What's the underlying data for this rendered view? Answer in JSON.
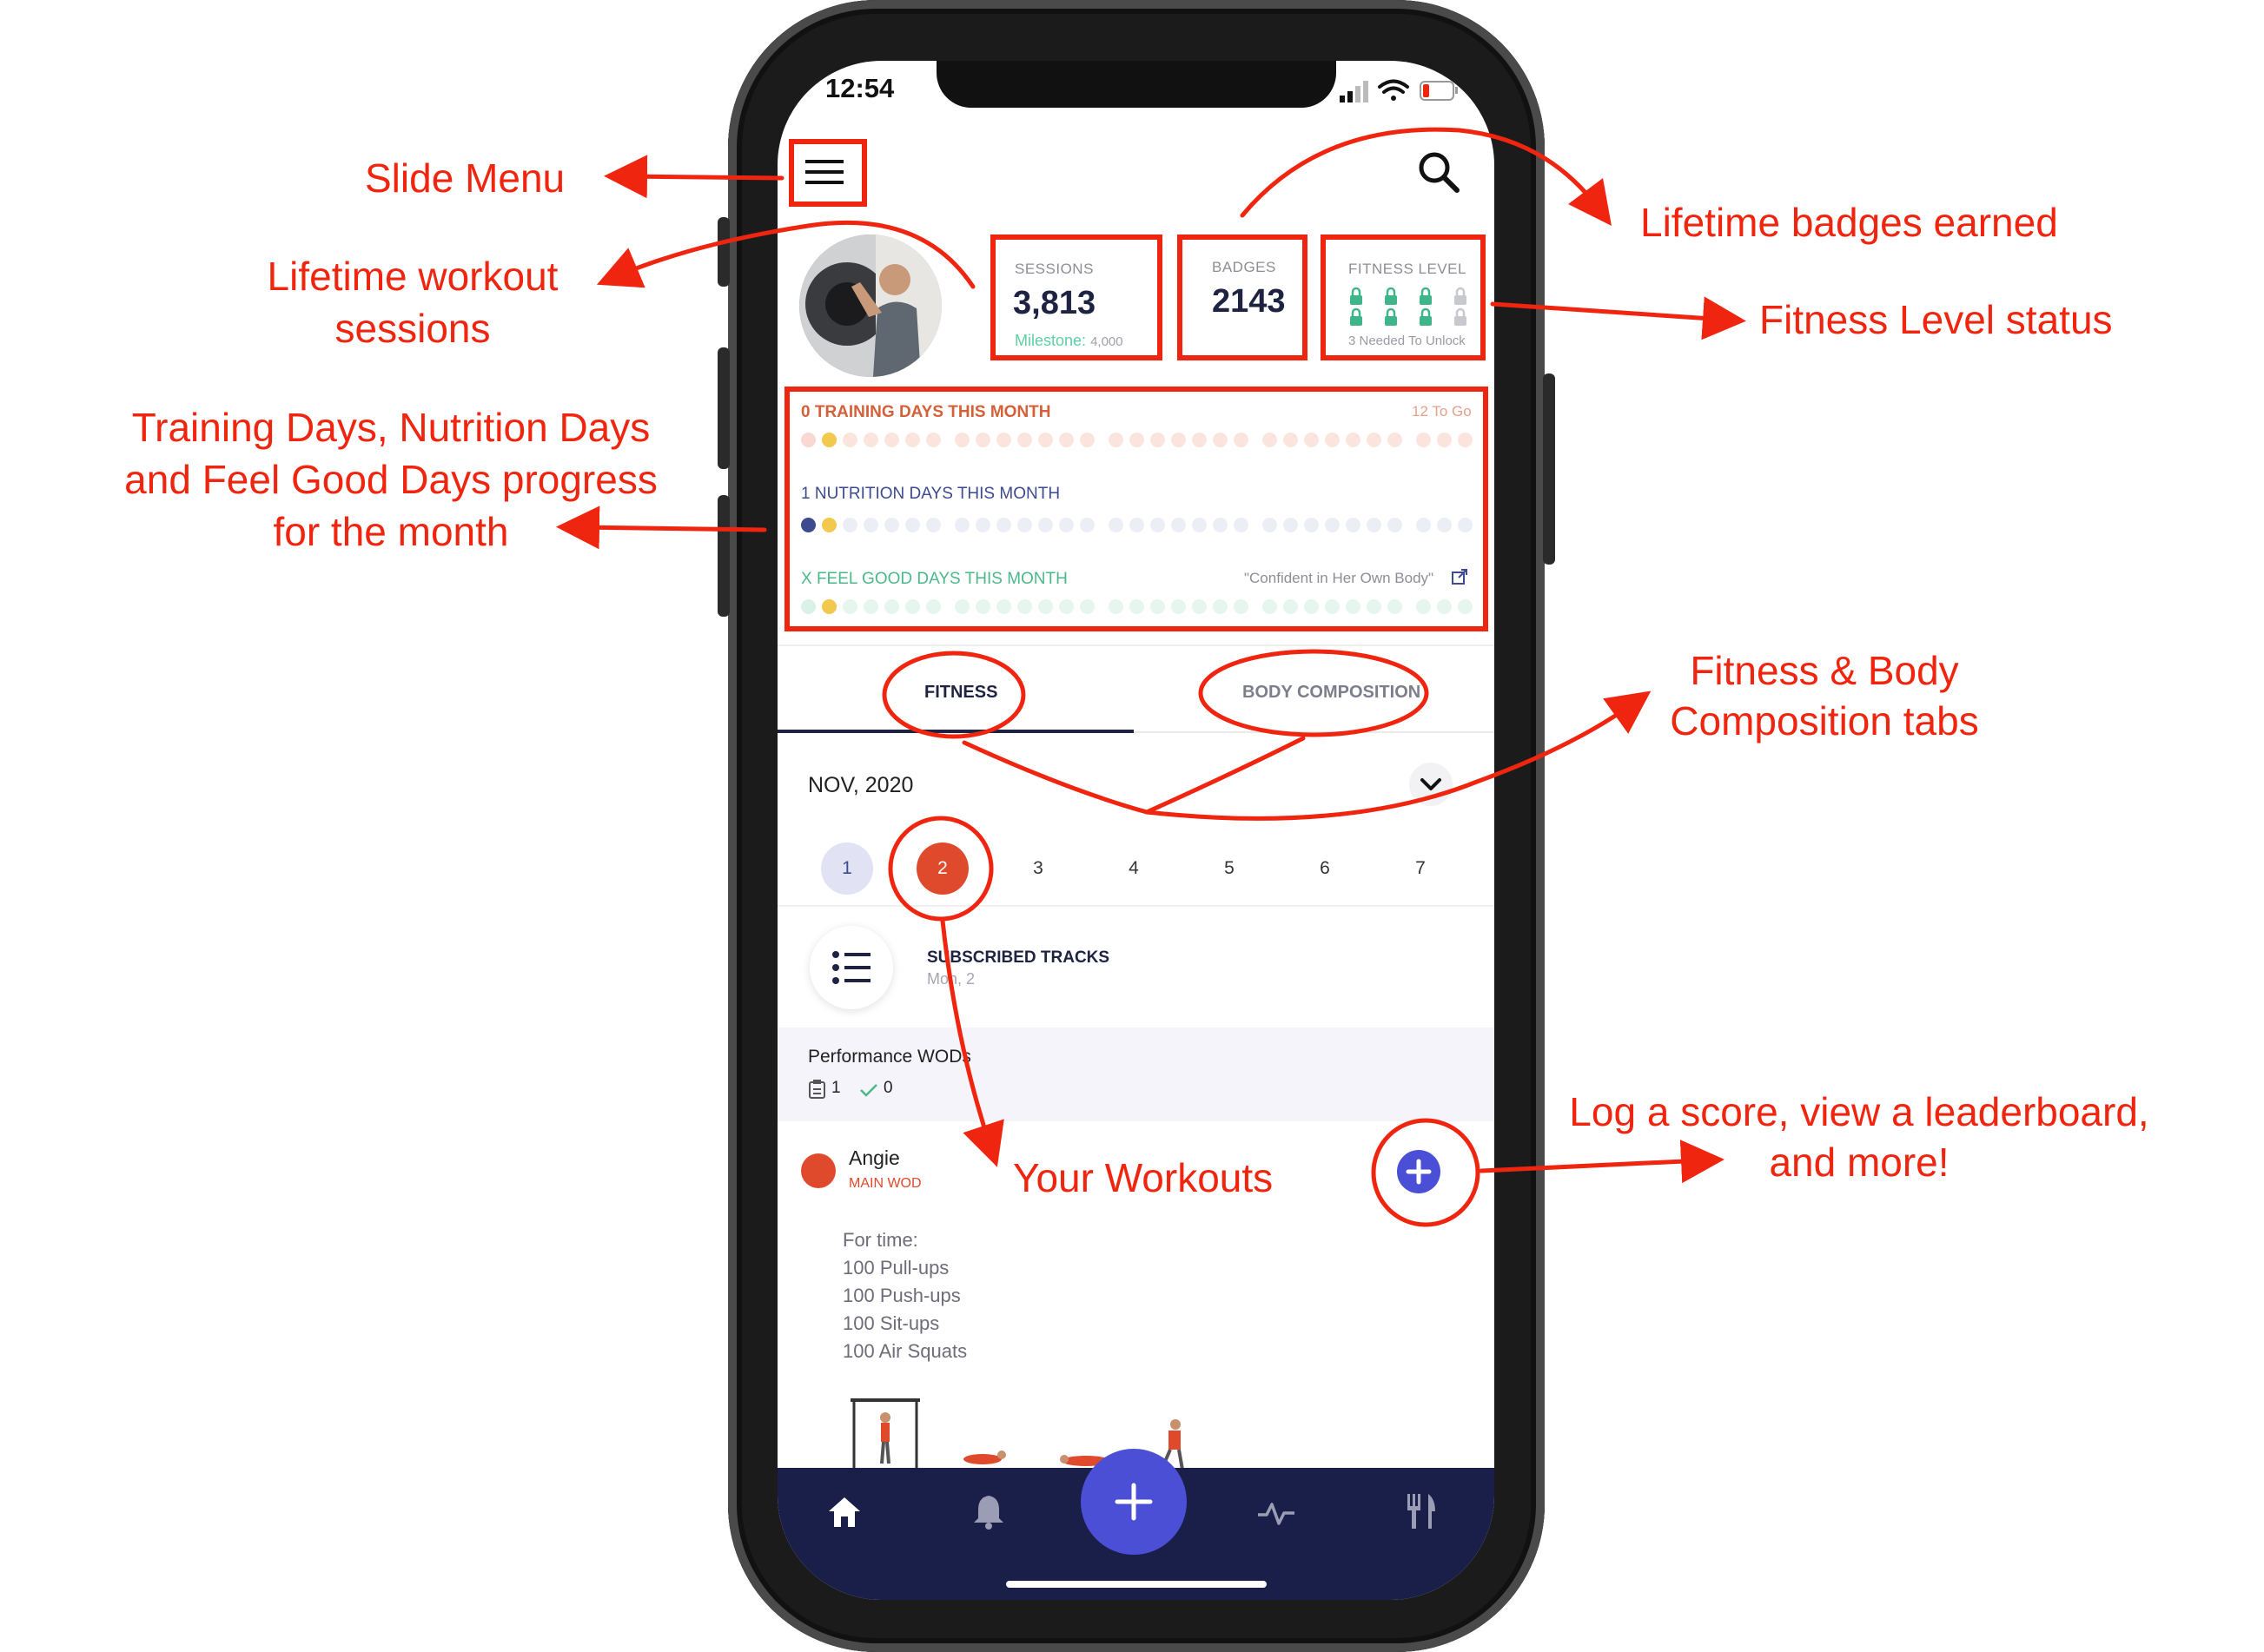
{
  "status_bar": {
    "time": "12:54"
  },
  "profile": {
    "sessions_label": "SESSIONS",
    "sessions_value": "3,813",
    "milestone_label": "Milestone:",
    "milestone_value": "4,000",
    "badges_label": "BADGES",
    "badges_value": "2143",
    "fitness_level_label": "FITNESS LEVEL",
    "fitness_level_note": "3 Needed To Unlock"
  },
  "progress": {
    "training_label": "0 TRAINING DAYS THIS MONTH",
    "training_togo": "12 To Go",
    "nutrition_label": "1 NUTRITION DAYS THIS MONTH",
    "feelgood_label": "X FEEL GOOD DAYS THIS MONTH",
    "feelgood_quote": "\"Confident in Her Own Body\""
  },
  "tabs": [
    {
      "label": "FITNESS",
      "active": true
    },
    {
      "label": "BODY COMPOSITION",
      "active": false
    }
  ],
  "month": "NOV, 2020",
  "days": [
    "1",
    "2",
    "3",
    "4",
    "5",
    "6",
    "7"
  ],
  "tracks": {
    "title": "SUBSCRIBED TRACKS",
    "subtitle": "Mon, 2"
  },
  "performance": {
    "title": "Performance WODs",
    "count": "1",
    "done": "0"
  },
  "workout": {
    "name": "Angie",
    "tag": "MAIN WOD",
    "lines": [
      "For time:",
      "100 Pull-ups",
      "100 Push-ups",
      "100 Sit-ups",
      "100 Air Squats"
    ]
  },
  "annotations": {
    "slide_menu": "Slide Menu",
    "lifetime_sessions_1": "Lifetime workout",
    "lifetime_sessions_2": "sessions",
    "progress_1": "Training Days, Nutrition Days",
    "progress_2": "and Feel Good Days progress",
    "progress_3": "for the month",
    "badges": "Lifetime badges earned",
    "fitness_level": "Fitness Level status",
    "tabs_1": "Fitness & Body",
    "tabs_2": "Composition tabs",
    "your_workouts": "Your Workouts",
    "log_1": "Log a score, view a leaderboard,",
    "log_2": "and more!"
  },
  "colors": {
    "annotation": "#f0250f",
    "accent": "#4b4fd6",
    "navy": "#1a1f4a",
    "training": "#d4603a",
    "nutrition": "#3d4a8e",
    "feelgood": "#4cb88a"
  }
}
